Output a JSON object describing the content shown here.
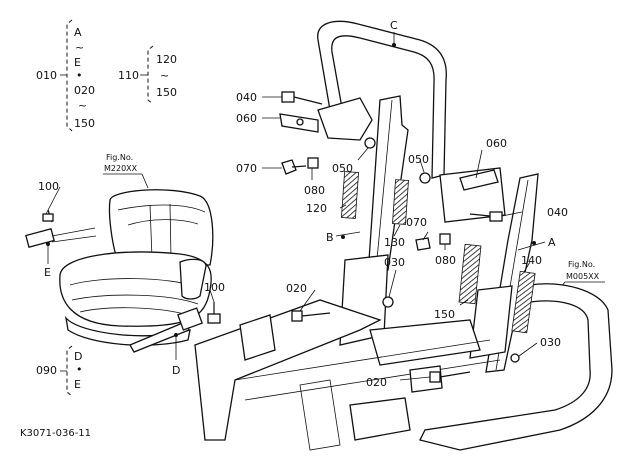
{
  "diagram": {
    "part_code": "K3071-036-11",
    "refs": {
      "r010": "010",
      "r020a": "020",
      "r020b": "020",
      "r030a": "030",
      "r030b": "030",
      "r040a": "040",
      "r040b": "040",
      "r050a": "050",
      "r050b": "050",
      "r060a": "060",
      "r060b": "060",
      "r070a": "070",
      "r070b": "070",
      "r080a": "080",
      "r080b": "080",
      "r090": "090",
      "r100a": "100",
      "r100b": "100",
      "r110": "110",
      "r120": "120",
      "r130": "130",
      "r140": "140",
      "r150": "150"
    },
    "letters": {
      "A": "A",
      "B": "B",
      "C": "C",
      "D": "D",
      "E": "E",
      "D2": "D",
      "E2": "E"
    },
    "group010": {
      "l1": "A",
      "l2": "~",
      "l3": "E",
      "l4": "•",
      "l5": "020",
      "l6": "~",
      "l7": "150"
    },
    "group110": {
      "l1": "120",
      "l2": "~",
      "l3": "150"
    },
    "group090": {
      "l1": "D",
      "l2": "•",
      "l3": "E"
    },
    "fig_refs": {
      "f1_title": "Fig.No.",
      "f1_code": "M220XX",
      "f2_title": "Fig.No.",
      "f2_code": "M005XX"
    }
  }
}
